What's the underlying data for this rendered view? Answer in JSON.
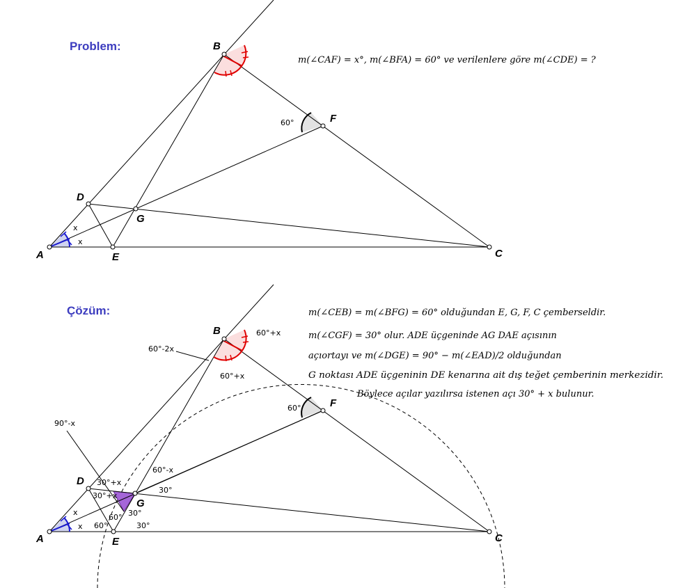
{
  "headings": {
    "problem": "Problem:",
    "solution": "Çözüm:"
  },
  "problem_statement": "m(∠CAF) = x°,  m(∠BFA) = 60° ve verilenlere göre m(∠CDE) = ?",
  "solution_lines": [
    "m(∠CEB) = m(∠BFG) = 60° olduğundan E, G, F, C çemberseldir.",
    "m(∠CGF) = 30° olur. ADE üçgeninde AG DAE açısının",
    "açıortayı ve m(∠DGE) = 90° − m(∠EAD)/2 olduğundan",
    "G noktası ADE üçgeninin DE kenarına ait dış teğet çemberinin merkezidir.",
    "Böylece açılar yazılırsa istenen açı 30° + x bulunur."
  ],
  "points": {
    "A": "A",
    "B": "B",
    "C": "C",
    "D": "D",
    "E": "E",
    "F": "F",
    "G": "G"
  },
  "problem_angles": {
    "angle_F": "60°",
    "angle_A_upper": "x",
    "angle_A_lower": "x"
  },
  "solution_angles": {
    "B_right": "60°+x",
    "B_left": "60°-2x",
    "B_bottom": "60°+x",
    "F": "60°",
    "D_outer": "90°-x",
    "D_upper": "30°+x",
    "D_lower": "30°+x",
    "G_upper": "60°-x",
    "G_right": "30°",
    "G_lower": "30°",
    "G_left": "60°",
    "E_left": "60°",
    "E_right": "30°",
    "A_upper": "x",
    "A_lower": "x"
  },
  "colors": {
    "heading": "#3d3dbf",
    "angle_B": "#e00000",
    "angle_A": "#1a1ad0",
    "angle_G": "#9933cc"
  }
}
